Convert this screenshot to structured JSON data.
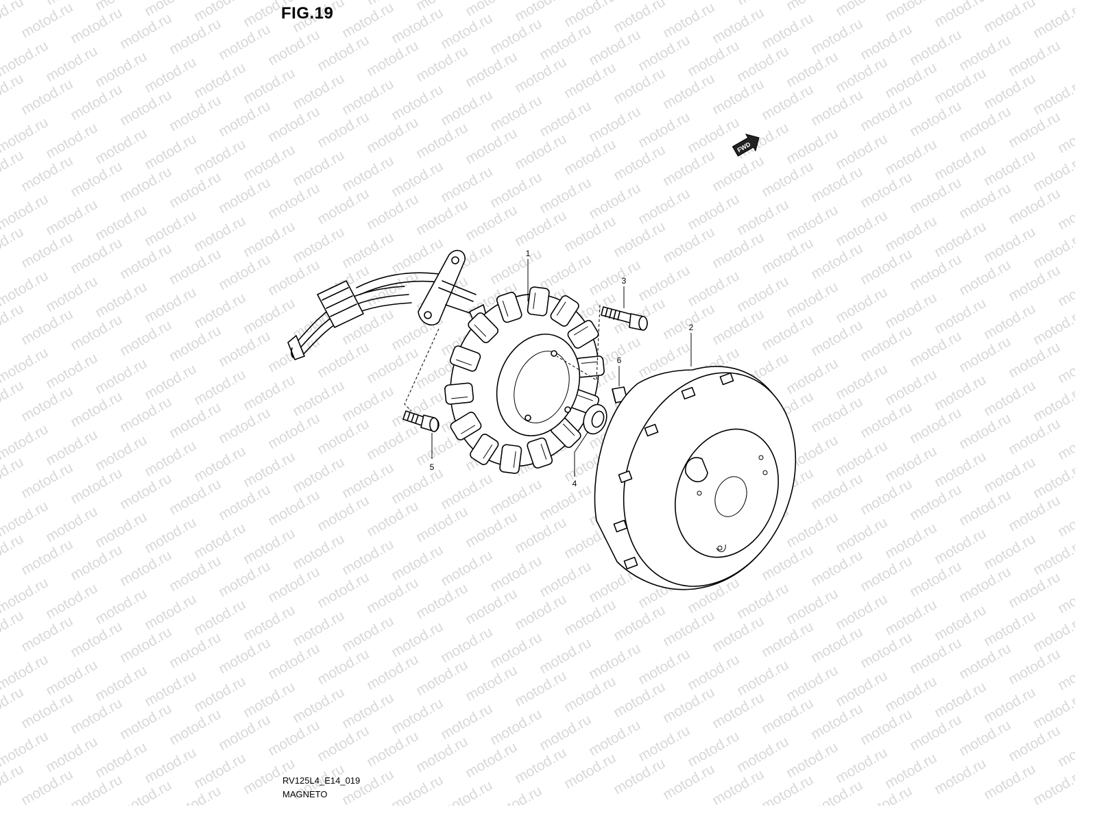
{
  "figure": {
    "title": "FIG.19",
    "code": "RV125L4_E14_019",
    "caption": "MAGNETO"
  },
  "watermark": {
    "text": "motod.ru",
    "color": "#d8d8d8"
  },
  "direction_marker": {
    "label": "FWD"
  },
  "callouts": [
    {
      "number": "1",
      "part": "stator"
    },
    {
      "number": "2",
      "part": "rotor"
    },
    {
      "number": "3",
      "part": "bolt"
    },
    {
      "number": "4",
      "part": "washer"
    },
    {
      "number": "5",
      "part": "bolt"
    },
    {
      "number": "6",
      "part": "key"
    }
  ]
}
